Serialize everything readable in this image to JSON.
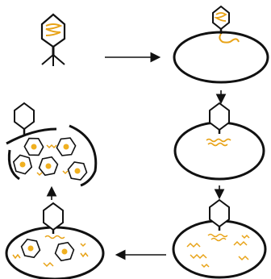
{
  "diagram": {
    "stages": [
      {
        "id": "free-phage"
      },
      {
        "id": "attachment-injection"
      },
      {
        "id": "dna-integration"
      },
      {
        "id": "replication"
      },
      {
        "id": "assembly"
      },
      {
        "id": "lysis-release"
      }
    ],
    "colors": {
      "outline": "#111111",
      "dna": "#e8a317",
      "capsid_dna": "#f0b020",
      "background": "#ffffff"
    }
  }
}
